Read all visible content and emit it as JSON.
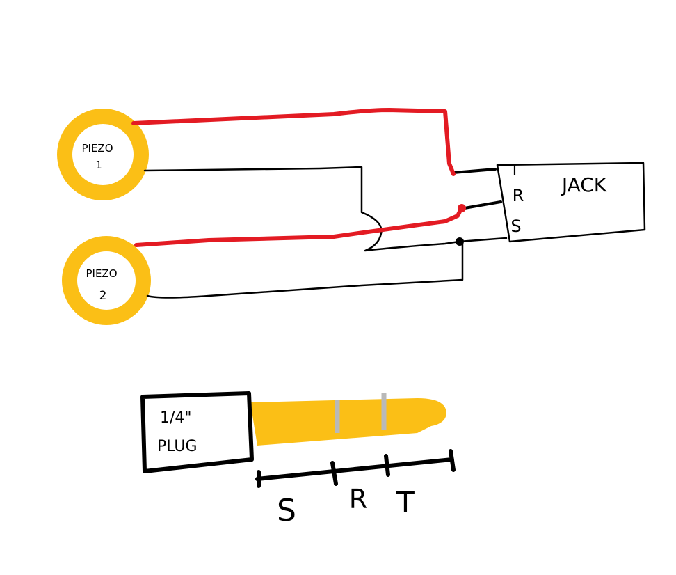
{
  "colors": {
    "piezo": "#fbbf16",
    "red_wire": "#e31b23",
    "black_wire": "#000000",
    "plug_body": "#fbbf16",
    "plug_band": "#b9b9b9"
  },
  "piezo1": {
    "line1": "PIEZO",
    "line2": "1"
  },
  "piezo2": {
    "line1": "PIEZO",
    "line2": "2"
  },
  "jack": {
    "title": "JACK",
    "terminals": {
      "t": "T",
      "r": "R",
      "s": "S"
    }
  },
  "plug": {
    "line1": "1/4\"",
    "line2": "PLUG",
    "segments": {
      "s": "S",
      "r": "R",
      "t": "T"
    }
  }
}
